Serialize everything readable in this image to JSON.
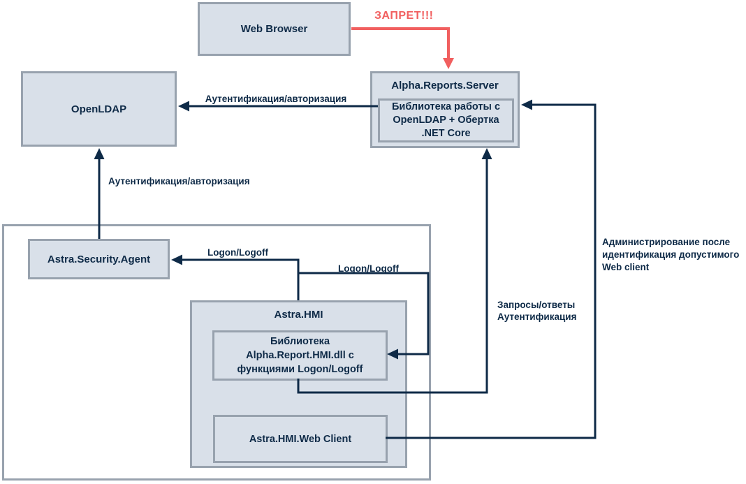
{
  "colors": {
    "background": "#ffffff",
    "box_fill": "#d9e0e9",
    "box_border": "#98a2ae",
    "line": "#0e2a47",
    "text": "#0e2a47",
    "warning": "#f15f5f"
  },
  "nodes": {
    "web_browser": {
      "label": "Web Browser"
    },
    "openldap": {
      "label": "OpenLDAP"
    },
    "alpha_reports_server": {
      "title": "Alpha.Reports.Server",
      "library": "Библиотека работы с\nOpenLDAP + Обертка\n.NET Core"
    },
    "astra_security_agent": {
      "label": "Astra.Security.Agent"
    },
    "astra_hmi": {
      "title": "Astra.HMI",
      "library": "Библиотека\nAlpha.Report.HMI.dll с\nфункциями Logon/Logoff",
      "web_client": "Astra.HMI.Web Client"
    }
  },
  "edges": {
    "browser_server": {
      "label": "ЗАПРЕТ!!!"
    },
    "server_ldap": {
      "label": "Аутентификация/авторизация"
    },
    "agent_ldap": {
      "label": "Аутентификация/авторизация"
    },
    "hmi_agent": {
      "label": "Logon/Logoff"
    },
    "hmi_library": {
      "label": "Logon/Logoff"
    },
    "library_server": {
      "label": "Запросы/ответы\nАутентификация"
    },
    "webclient_server": {
      "label": "Администрирование после\nидентификация допустимого\nWeb client"
    }
  }
}
